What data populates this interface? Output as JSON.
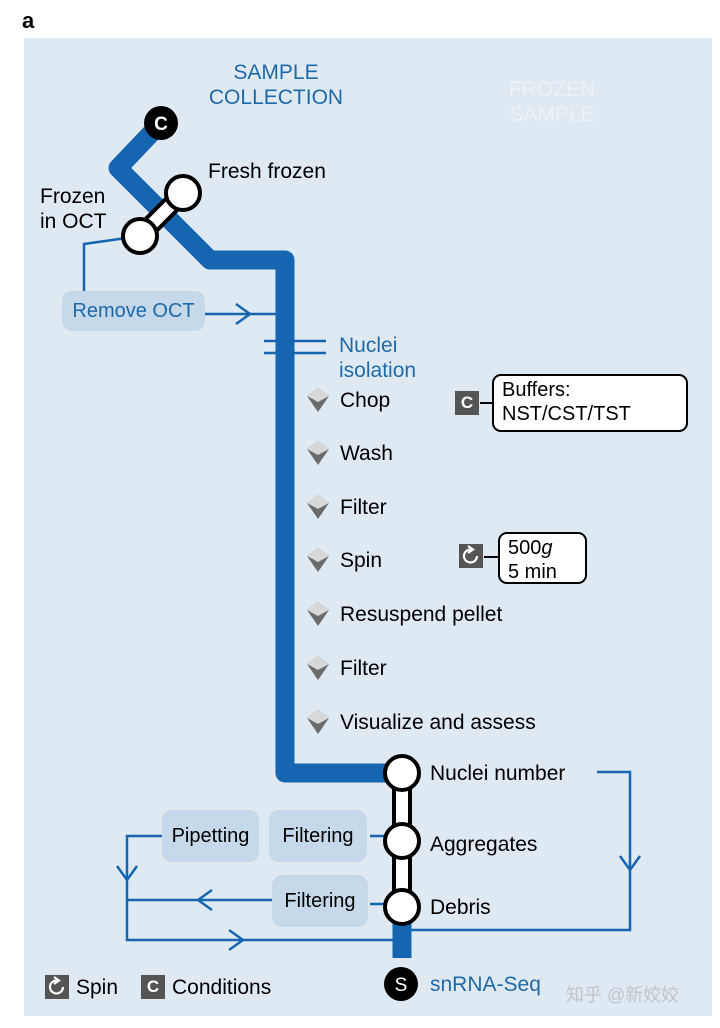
{
  "panel_letter": "a",
  "header": {
    "sample_collection": [
      "SAMPLE",
      "COLLECTION"
    ],
    "frozen_sample": [
      "FROZEN",
      "SAMPLE"
    ]
  },
  "stops": {
    "collection_marker": "C",
    "fresh_frozen": "Fresh frozen",
    "frozen_in_oct": [
      "Frozen",
      "in OCT"
    ],
    "remove_oct": "Remove OCT",
    "nuclei_isolation": [
      "Nuclei",
      "isolation"
    ],
    "snrna_marker": "S",
    "snrna_seq": "snRNA-Seq"
  },
  "steps": [
    "Chop",
    "Wash",
    "Filter",
    "Spin",
    "Resuspend pellet",
    "Filter",
    "Visualize and assess"
  ],
  "conditions": {
    "buffer_icon": "C",
    "buffers": [
      "Buffers:",
      "NST/CST/TST"
    ],
    "spin_speed_value": "500",
    "spin_speed_unit": "g",
    "spin_time": "5 min"
  },
  "qc": {
    "nuclei_number": "Nuclei number",
    "aggregates": "Aggregates",
    "debris": "Debris",
    "pipetting": "Pipetting",
    "filtering_1": "Filtering",
    "filtering_2": "Filtering"
  },
  "legend": {
    "spin_label": "Spin",
    "conditions_icon": "C",
    "conditions_label": "Conditions"
  },
  "watermark": "知乎 @新姣姣",
  "colors": {
    "line": "#1565b0",
    "background": "#dfe9f2",
    "pill": "#c6d9ea",
    "accent_text": "#1e6aa8"
  }
}
